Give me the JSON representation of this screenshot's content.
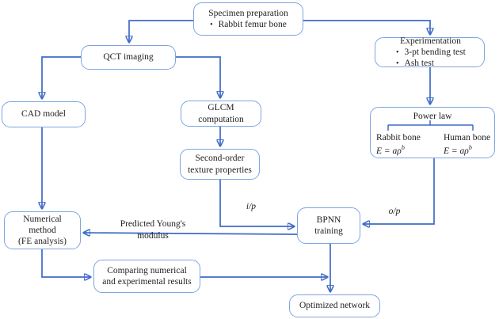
{
  "colors": {
    "line": "#3f6ac6",
    "border": "#7ea4e3",
    "ink": "#1f1f1f"
  },
  "glyphs": {
    "bullet": "•"
  },
  "nodes": {
    "specimen": {
      "title": "Specimen preparation",
      "bullets": [
        "Rabbit femur bone"
      ]
    },
    "qct": {
      "label": "QCT imaging"
    },
    "experimentation": {
      "title": "Experimentation",
      "bullets": [
        "3-pt bending test",
        "Ash test"
      ]
    },
    "cad": {
      "label": "CAD model"
    },
    "glcm": {
      "label": "GLCM\ncomputation"
    },
    "power_law": {
      "title": "Power law",
      "left": {
        "name": "Rabbit bone",
        "formula_base": "E = aρ",
        "formula_sup": "b"
      },
      "right": {
        "name": "Human bone",
        "formula_base": "E = aρ",
        "formula_sup": "b"
      }
    },
    "second_order": {
      "label": "Second-order\ntexture properties"
    },
    "bpnn": {
      "label": "BPNN\ntraining"
    },
    "numerical": {
      "label": "Numerical\nmethod\n(FE analysis)"
    },
    "comparing": {
      "label": "Comparing numerical\nand experimental results"
    },
    "optimized": {
      "label": "Optimized network"
    }
  },
  "edge_labels": {
    "ip": "i/p",
    "op": "o/p",
    "predicted": "Predicted Young's\nmodulus"
  }
}
